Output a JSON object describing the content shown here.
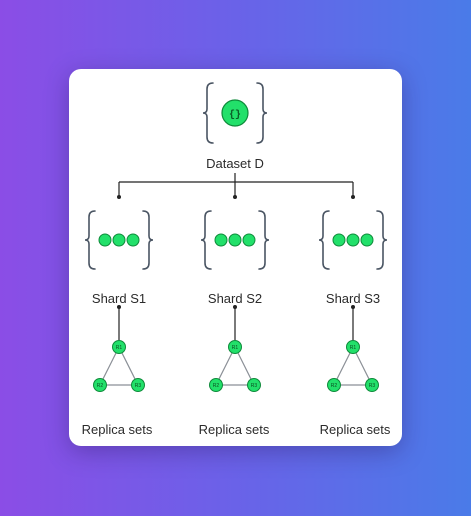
{
  "dataset": {
    "label": "Dataset D",
    "icon": "json-braces-icon"
  },
  "shards": [
    {
      "label": "Shard S1",
      "icon": "shard-braces-icon",
      "replica_label": "Replica sets",
      "nodes": [
        "R1",
        "R2",
        "R3"
      ]
    },
    {
      "label": "Shard S2",
      "icon": "shard-braces-icon",
      "replica_label": "Replica sets",
      "nodes": [
        "R1",
        "R2",
        "R3"
      ]
    },
    {
      "label": "Shard S3",
      "icon": "shard-braces-icon",
      "replica_label": "Replica sets",
      "nodes": [
        "R1",
        "R2",
        "R3"
      ]
    }
  ],
  "colors": {
    "node_fill": "#22e06a",
    "node_stroke": "#0e8a3a",
    "brace": "#4a5563",
    "connector": "#222222",
    "replica_edge": "#8a8f96"
  }
}
